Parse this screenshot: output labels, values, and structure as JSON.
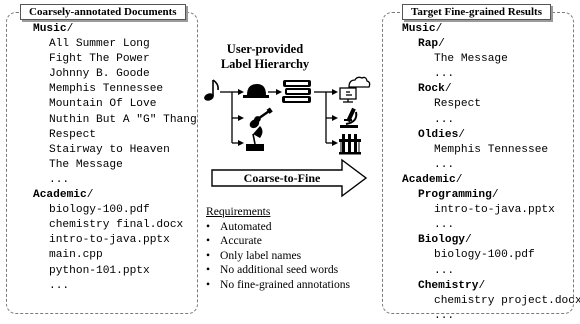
{
  "left_panel": {
    "title": "Coarsely-annotated Documents",
    "music": {
      "folder": "Music",
      "items": [
        "All Summer Long",
        "Fight The Power",
        "Johnny B. Goode",
        "Memphis Tennessee",
        "Mountain Of Love",
        "Nuthin But A \"G\" Thang",
        "Respect",
        "Stairway to Heaven",
        "The Message",
        "..."
      ]
    },
    "academic": {
      "folder": "Academic",
      "items": [
        "biology-100.pdf",
        "chemistry final.docx",
        "intro-to-java.pptx",
        "main.cpp",
        "python-101.pptx",
        "..."
      ]
    }
  },
  "middle": {
    "hierarchy_title_line1": "User-provided",
    "hierarchy_title_line2": "Label Hierarchy",
    "arrow_label": "Coarse-to-Fine",
    "requirements_title": "Requirements",
    "requirements": [
      "Automated",
      "Accurate",
      "Only label names",
      "No additional seed words",
      "No fine-grained annotations"
    ]
  },
  "right_panel": {
    "title": "Target Fine-grained Results",
    "lines": [
      {
        "indent": 0,
        "text": "Music",
        "bold": true,
        "slash": true
      },
      {
        "indent": 1,
        "text": "Rap",
        "bold": true,
        "slash": true
      },
      {
        "indent": 2,
        "text": "The Message",
        "bold": false,
        "slash": false
      },
      {
        "indent": 2,
        "text": "...",
        "bold": false,
        "slash": false
      },
      {
        "indent": 1,
        "text": "Rock",
        "bold": true,
        "slash": true
      },
      {
        "indent": 2,
        "text": "Respect",
        "bold": false,
        "slash": false
      },
      {
        "indent": 2,
        "text": "...",
        "bold": false,
        "slash": false
      },
      {
        "indent": 1,
        "text": "Oldies",
        "bold": true,
        "slash": true
      },
      {
        "indent": 2,
        "text": "Memphis Tennessee",
        "bold": false,
        "slash": false
      },
      {
        "indent": 2,
        "text": "...",
        "bold": false,
        "slash": false
      },
      {
        "indent": 0,
        "text": "Academic",
        "bold": true,
        "slash": true
      },
      {
        "indent": 1,
        "text": "Programming",
        "bold": true,
        "slash": true
      },
      {
        "indent": 2,
        "text": "intro-to-java.pptx",
        "bold": false,
        "slash": false
      },
      {
        "indent": 2,
        "text": "...",
        "bold": false,
        "slash": false
      },
      {
        "indent": 1,
        "text": "Biology",
        "bold": true,
        "slash": true
      },
      {
        "indent": 2,
        "text": "biology-100.pdf",
        "bold": false,
        "slash": false
      },
      {
        "indent": 2,
        "text": "...",
        "bold": false,
        "slash": false
      },
      {
        "indent": 1,
        "text": "Chemistry",
        "bold": true,
        "slash": true
      },
      {
        "indent": 2,
        "text": "chemistry project.docx",
        "bold": false,
        "slash": false
      },
      {
        "indent": 2,
        "text": "...",
        "bold": false,
        "slash": false
      }
    ]
  },
  "icons": [
    "music-note-icon",
    "hiphop-cap-icon",
    "guitar-icon",
    "gramophone-icon",
    "books-icon",
    "computer-cloud-icon",
    "microscope-icon",
    "test-tubes-icon"
  ]
}
